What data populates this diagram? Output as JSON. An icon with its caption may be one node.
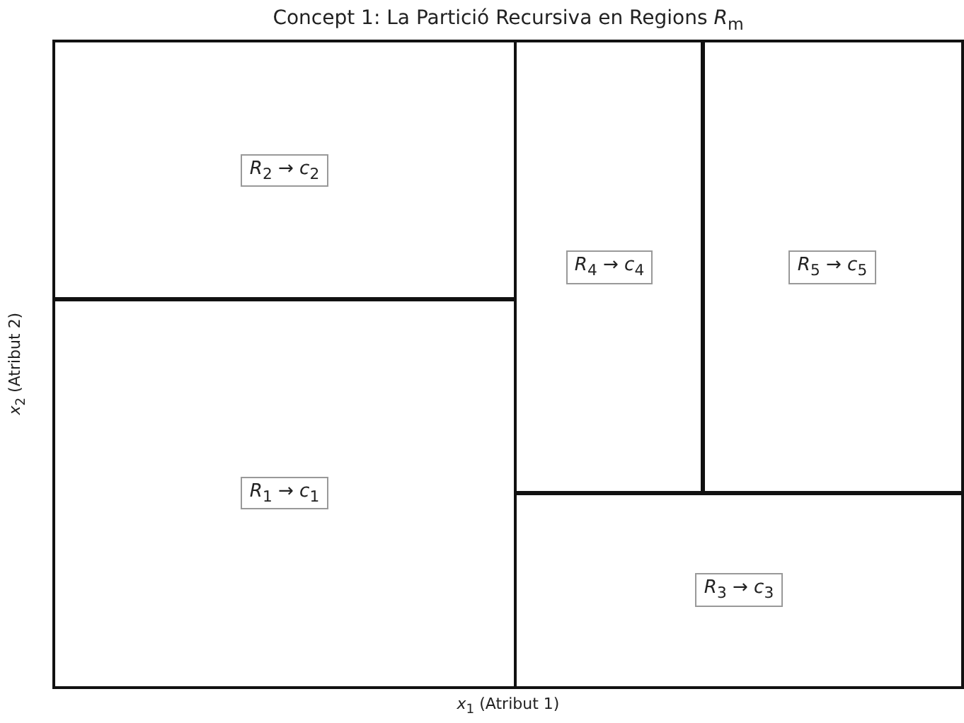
{
  "diagram": {
    "title": "Concept 1: La Partició Recursiva en Regions *R*$_{m}$",
    "nodes": [
      {
        "text": [
          "*R*$_{2}$ → *c*$_{2}$"
        ]
      },
      {
        "text": [
          "*R*$_{4}$ → *c*$_{4}$"
        ]
      },
      {
        "text": [
          "*R*$_{5}$ → *c*$_{5}$"
        ]
      },
      {
        "text": [
          "*R*$_{1}$ → *c*$_{1}$"
        ]
      },
      {
        "text": [
          "*R*$_{3}$ → *c*$_{3}$"
        ]
      }
    ],
    "edges": [],
    "labels": [
      "*x*$_{2}$ (Atribut 2)",
      "*x*$_{1}$ (Atribut 1)"
    ]
  }
}
